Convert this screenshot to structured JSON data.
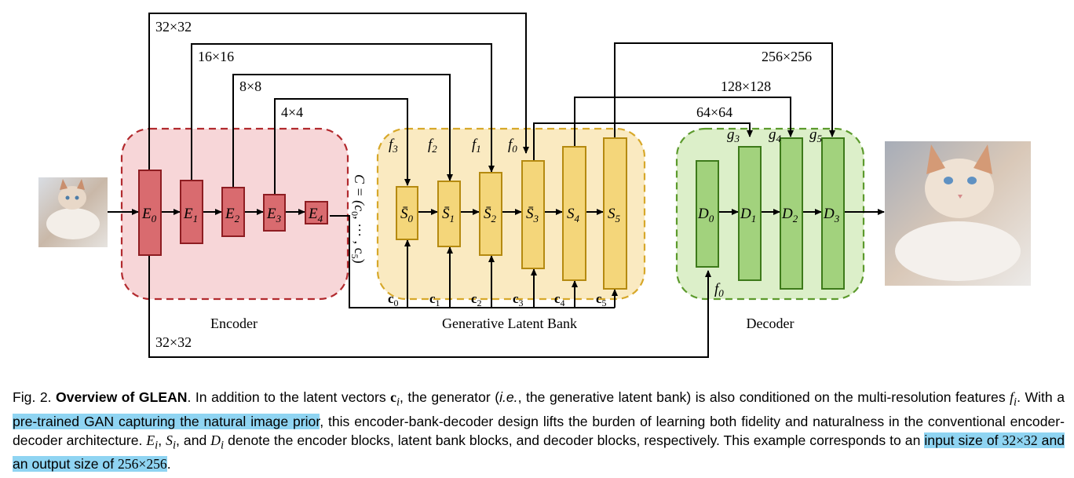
{
  "figure": {
    "resolutions": {
      "top_32": "32×32",
      "r16": "16×16",
      "r8": "8×8",
      "r4": "4×4",
      "r256": "256×256",
      "r128": "128×128",
      "r64": "64×64",
      "bottom_32": "32×32"
    },
    "encoder": {
      "label": "Encoder",
      "blocks": [
        "E",
        "E",
        "E",
        "E",
        "E"
      ],
      "subs": [
        "0",
        "1",
        "2",
        "3",
        "4"
      ]
    },
    "bank": {
      "label": "Generative Latent Bank",
      "features": [
        {
          "f": "f",
          "sub": "3"
        },
        {
          "f": "f",
          "sub": "2"
        },
        {
          "f": "f",
          "sub": "1"
        },
        {
          "f": "f",
          "sub": "0"
        }
      ],
      "blocks": [
        "S̄",
        "S̄",
        "S̄",
        "S̄",
        "S",
        "S"
      ],
      "subs": [
        "0",
        "1",
        "2",
        "3",
        "4",
        "5"
      ],
      "latents": [
        "c",
        "c",
        "c",
        "c",
        "c",
        "c"
      ],
      "latent_subs": [
        "0",
        "1",
        "2",
        "3",
        "4",
        "5"
      ],
      "C_label": "C = (c",
      "C_mid": "0",
      "C_rest": ", ··· , c",
      "C_end": "5",
      "C_close": ")"
    },
    "decoder": {
      "label": "Decoder",
      "blocks": [
        "D",
        "D",
        "D",
        "D"
      ],
      "subs": [
        "0",
        "1",
        "2",
        "3"
      ],
      "g": [
        {
          "g": "g",
          "sub": "3"
        },
        {
          "g": "g",
          "sub": "4"
        },
        {
          "g": "g",
          "sub": "5"
        }
      ],
      "f0": "f",
      "f0_sub": "0"
    }
  },
  "caption": {
    "prefix": "Fig. 2. ",
    "title": "Overview of GLEAN",
    "s1": ". In addition to the latent vectors ",
    "ci": "c",
    "ci_sub": "i",
    "s2": ", the generator (",
    "ie": "i.e.",
    "s3": ", the generative latent bank) is also conditioned on the multi-resolution features ",
    "fi": "f",
    "fi_sub": "i",
    "s4": ". With a ",
    "hl1": "pre-trained GAN capturing the natural image prior",
    "s5": ", this encoder-bank-decoder design lifts the burden of learning both fidelity and naturalness in the conventional encoder-decoder architecture. ",
    "Ei": "E",
    "Ei_sub": "i",
    "s6": ", ",
    "Si": "S",
    "Si_sub": "i",
    "s7": ", and ",
    "Di": "D",
    "Di_sub": "i",
    "s8": " denote the encoder blocks, latent bank blocks, and decoder blocks, respectively. This example corresponds to an ",
    "hl2a": "input size of ",
    "hl2b": "32×32",
    "hl2c": " and an output size of ",
    "hl2d": "256×256",
    "end": "."
  }
}
